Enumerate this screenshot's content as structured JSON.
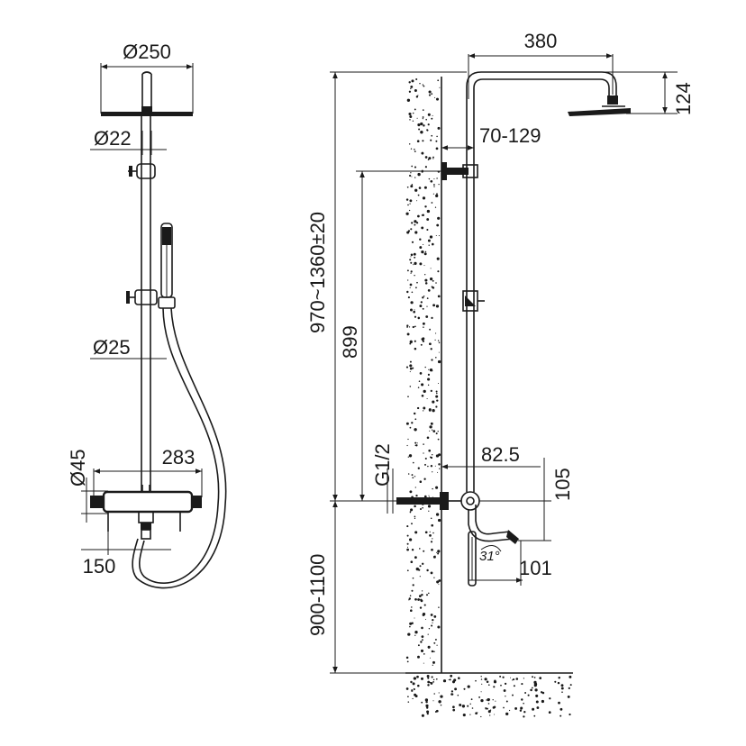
{
  "front_view": {
    "dims": {
      "head_diameter": "Ø250",
      "arm_diameter": "Ø22",
      "rail_diameter": "Ø25",
      "inlet_diameter": "Ø45",
      "mixer_width": "283",
      "inlet_spacing": "150"
    }
  },
  "side_view": {
    "dims": {
      "arm_reach": "380",
      "head_drop": "124",
      "bracket_offset": "70-129",
      "total_height": "970~1360±20",
      "rail_height": "899",
      "thread": "G1/2",
      "mixer_offset": "82.5",
      "spout_height": "105",
      "spout_reach": "101",
      "spout_angle": "31°",
      "mount_height": "900-1100"
    }
  },
  "colors": {
    "ink": "#1a1a1a",
    "background": "#ffffff"
  }
}
